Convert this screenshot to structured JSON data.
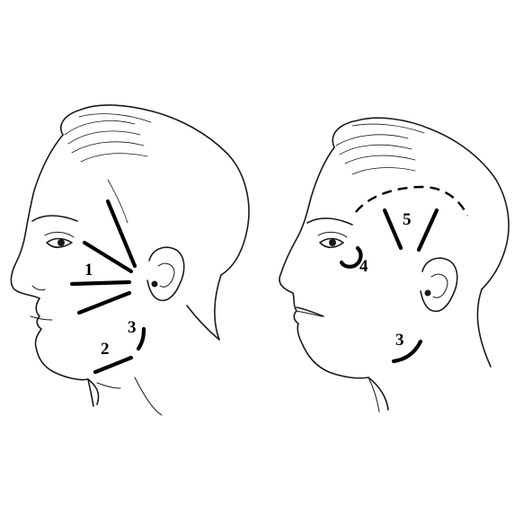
{
  "left_head": {
    "labels": {
      "l1": "1",
      "l2": "2",
      "l3": "3"
    }
  },
  "right_head": {
    "labels": {
      "l3": "3",
      "l4": "4",
      "l5": "5"
    }
  },
  "colors": {
    "line": "#1a1a1a",
    "incision": "#000000",
    "background": "#ffffff"
  }
}
